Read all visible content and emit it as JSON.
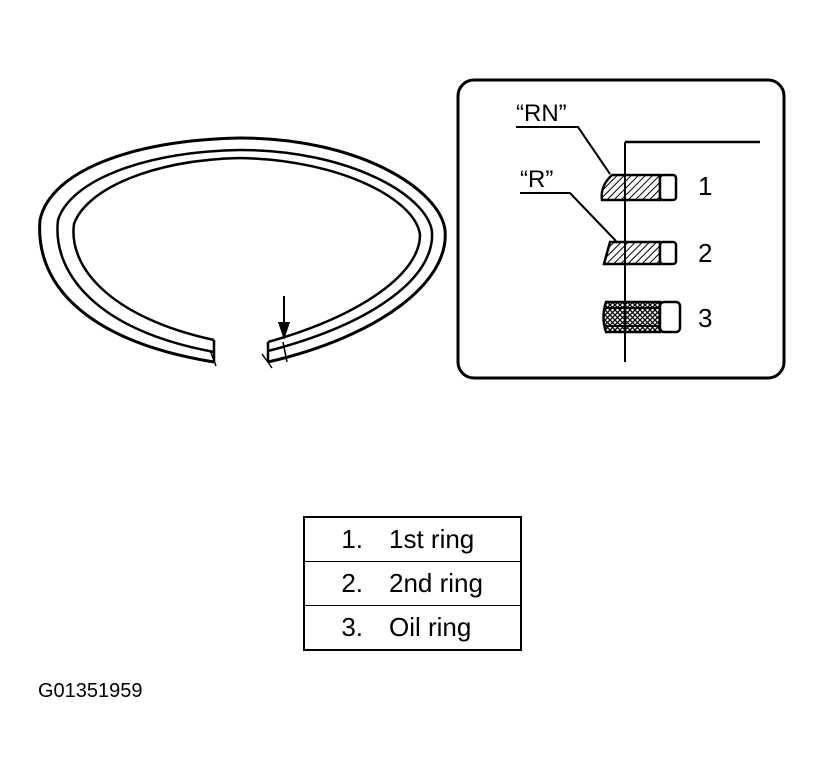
{
  "callouts": {
    "rn_mark": "“RN”",
    "r_mark": "“R”",
    "ring_1": "1",
    "ring_2": "2",
    "ring_3": "3"
  },
  "legend": [
    {
      "num": "1.",
      "text": "1st ring"
    },
    {
      "num": "2.",
      "text": "2nd ring"
    },
    {
      "num": "3.",
      "text": "Oil ring"
    }
  ],
  "figure_id": "G01351959"
}
